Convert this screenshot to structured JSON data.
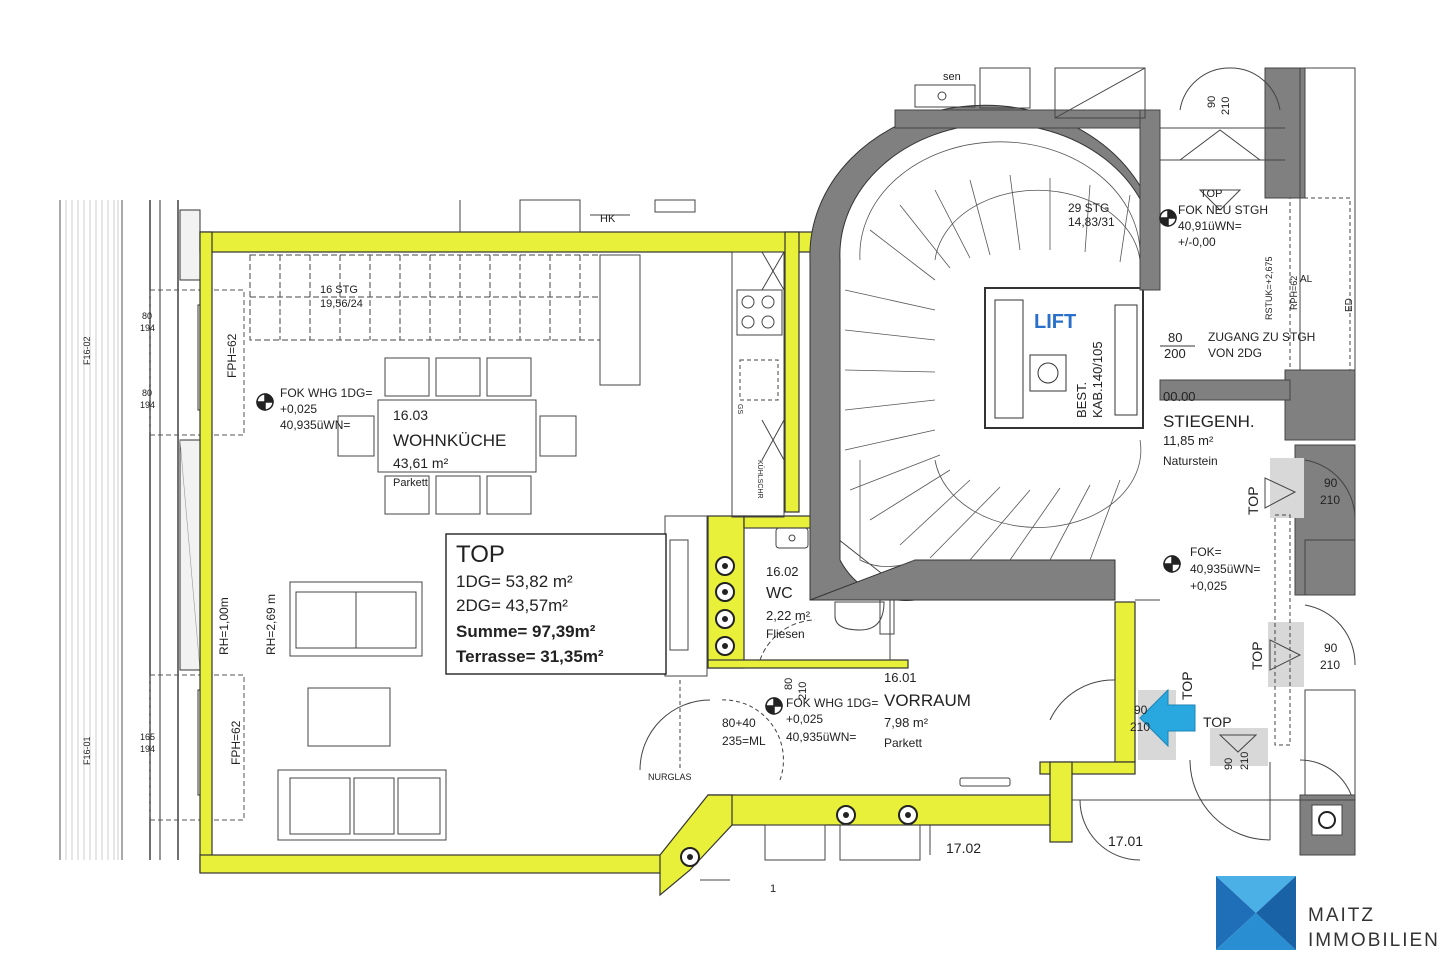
{
  "colors": {
    "wall_highlight": "#e8f03a",
    "stair_wall": "#808080",
    "lift_text": "#2a6fc9",
    "arrow": "#29a8e0",
    "ink": "#222222",
    "logo_dark": "#1f6fb8",
    "logo_light": "#4ab0e6"
  },
  "rooms": {
    "wohnkueche": {
      "number": "16.03",
      "name": "WOHNKÜCHE",
      "area": "43,61 m²",
      "floor": "Parkett",
      "fok_1": "FOK WHG 1DG=",
      "fok_2": "+0,025",
      "fok_3": "40,935üWN="
    },
    "wc": {
      "number": "16.02",
      "name": "WC",
      "area": "2,22 m²",
      "floor": "Fliesen"
    },
    "vorraum": {
      "number": "16.01",
      "name": "VORRAUM",
      "area": "7,98 m²",
      "floor": "Parkett",
      "fok_1": "FOK WHG 1DG=",
      "fok_2": "+0,025",
      "fok_3": "40,935üWN="
    },
    "stiegenhaus": {
      "number": "00.00",
      "name": "STIEGENH.",
      "area": "11,85 m²",
      "floor": "Naturstein"
    }
  },
  "summary": {
    "title": "TOP",
    "line1": "1DG= 53,82 m²",
    "line2": "2DG= 43,57m²",
    "sum": "Summe= 97,39m²",
    "terrace": "Terrasse= 31,35m²"
  },
  "annotations": {
    "stairs_inner_1": "16 STG",
    "stairs_inner_2": "19,56/24",
    "stairs_main_1": "29 STG",
    "stairs_main_2": "14,83/31",
    "fok_neu_1": "FOK NEU STGH",
    "fok_neu_2": "40,91üWN=",
    "fok_neu_3": "+/-0,00",
    "lift": "LIFT",
    "lift_kab": "KAB.140/105",
    "lift_best": "BEST.",
    "door_80": "80",
    "door_200": "200",
    "zugang_1": "ZUGANG ZU STGH",
    "zugang_2": "VON 2DG",
    "fok_right_1": "FOK=",
    "fok_right_2": "40,935üWN=",
    "fok_right_3": "+0,025",
    "rh_100": "RH=1,00m",
    "rh_269": "RH=2,69 m",
    "fph_top": "FPH=62",
    "fph_bottom": "FPH=62",
    "f16_02": "F16-02",
    "f16_01": "F16-01",
    "win_a1": "80",
    "win_a2": "194",
    "win_b1": "80",
    "win_b2": "194",
    "win_c1": "165",
    "win_c2": "194",
    "hk": "HK",
    "door_80_40": "80+40",
    "door_235": "235=ML",
    "nurglas": "NURGLAS",
    "wc_door_80": "80",
    "wc_door_210": "210",
    "top_a": "TOP",
    "top_b": "TOP",
    "top_c": "TOP",
    "top_d": "TOP",
    "top_e": "TOP",
    "top_f": "TOP",
    "d90_a": "90",
    "d210_a": "210",
    "d90_b": "90",
    "d210_b": "210",
    "d90_c": "90",
    "d210_c": "210",
    "d90_d": "90",
    "d210_d": "210",
    "d90_e": "90",
    "d210_e": "210",
    "room_1702": "17.02",
    "room_1701": "17.01",
    "sen": "sen",
    "kuehlschr": "KÜHLSCHR",
    "gs": "GS",
    "rstuk": "RSTUK=+2,675",
    "al": "AL",
    "ed": "ED",
    "rph": "RPH=62",
    "one": "1"
  },
  "logo": {
    "line1": "MAITZ",
    "line2": "IMMOBILIEN"
  }
}
